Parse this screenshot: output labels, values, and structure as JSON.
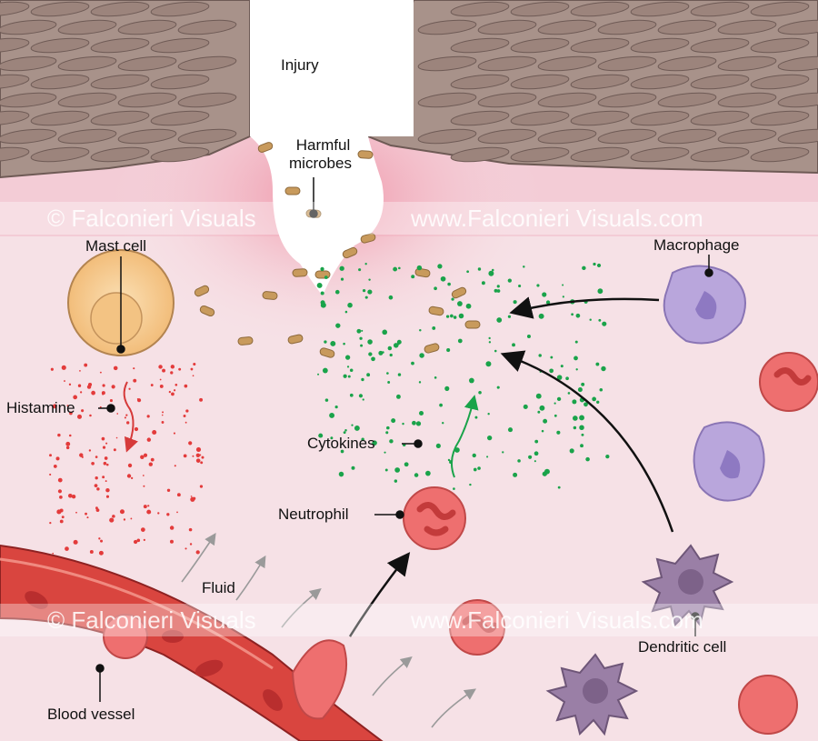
{
  "labels": {
    "injury": "Injury",
    "harmful_microbes_line1": "Harmful",
    "harmful_microbes_line2": "microbes",
    "mast_cell": "Mast cell",
    "macrophage": "Macrophage",
    "histamine": "Histamine",
    "cytokines": "Cytokines",
    "neutrophil": "Neutrophil",
    "fluid": "Fluid",
    "dendritic_cell": "Dendritic cell",
    "blood_vessel": "Blood vessel"
  },
  "watermark": {
    "copyright": "© Falconieri Visuals",
    "url": "www.Falconieri Visuals.com"
  },
  "colors": {
    "skin": "#a8928a",
    "tissue": "#f6e1e6",
    "wound": "#f2a3b3",
    "mast_cell": "#f5c98e",
    "macrophage": "#b9a6dc",
    "neutrophil": "#ee6f6f",
    "dendritic": "#9a7fa6",
    "vessel": "#d9453f",
    "cytokine": "#1aa34a",
    "histamine": "#e33b3b",
    "microbe": "#c89a5c"
  }
}
